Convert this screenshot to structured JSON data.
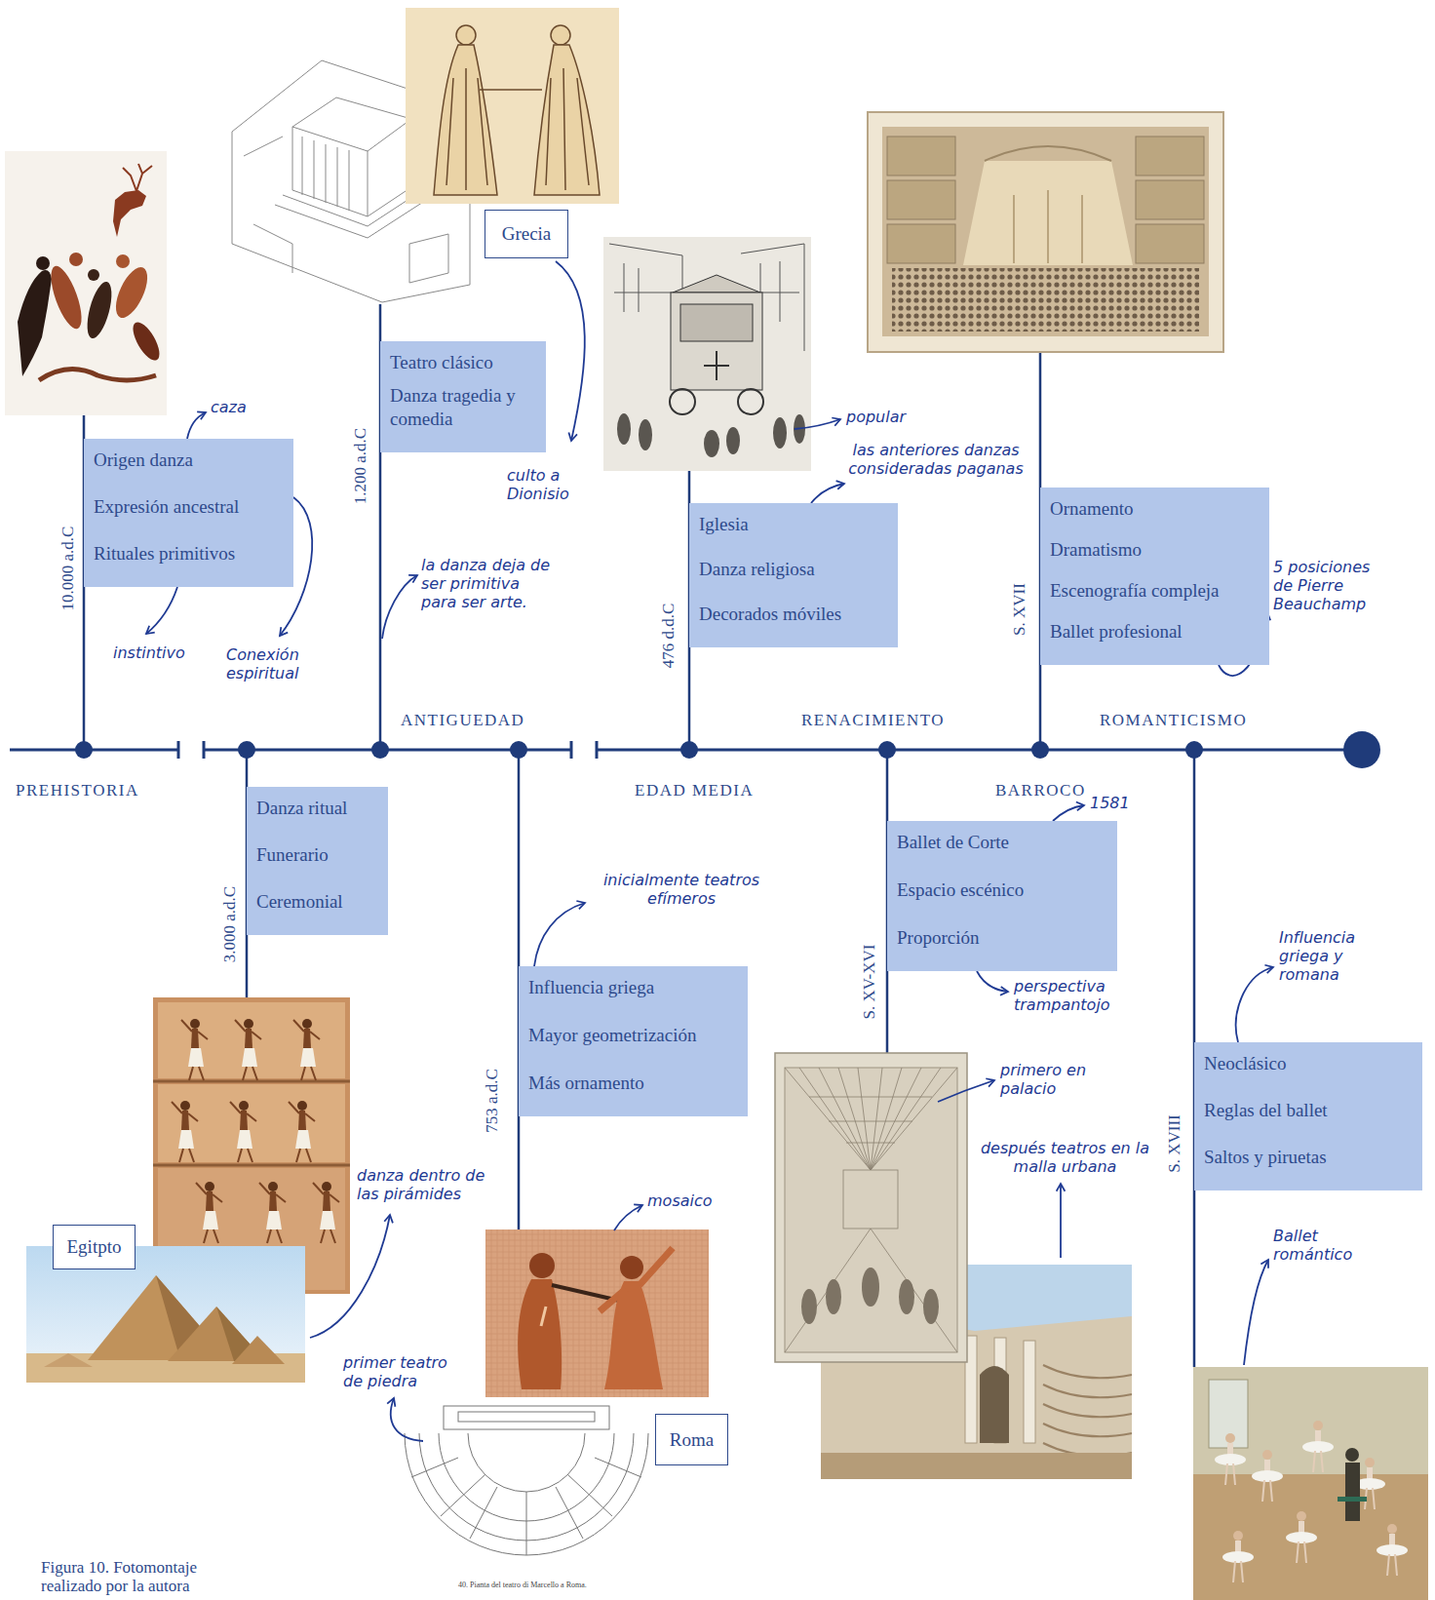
{
  "diagram": {
    "caption": "Figura 10. Fotomontaje realizado por la autora",
    "nodes": [
      {
        "text": [
          "Origen danza",
          "Expresión ancestral",
          "Rituales primitivos"
        ]
      },
      {
        "text": [
          "Danza ritual",
          "Funerario",
          "Ceremonial"
        ]
      },
      {
        "text": [
          "Egitpto"
        ]
      },
      {
        "text": [
          "Teatro clásico",
          "Danza tragedia y comedia"
        ]
      },
      {
        "text": [
          "Grecia"
        ]
      },
      {
        "text": [
          "Influencia griega",
          "Mayor geometrización",
          "Más ornamento"
        ]
      },
      {
        "text": [
          "Roma"
        ]
      },
      {
        "text": [
          "Iglesia",
          "Danza religiosa",
          "Decorados móviles"
        ]
      },
      {
        "text": [
          "Ballet de Corte",
          "Espacio escénico",
          "Proporción"
        ]
      },
      {
        "text": [
          "Ornamento",
          "Dramatismo",
          "Escenografía compleja",
          "Ballet profesional"
        ]
      },
      {
        "text": [
          "Neoclásico",
          "Reglas del ballet",
          "Saltos y piruetas"
        ]
      }
    ],
    "labels": [
      "PREHISTORIA",
      "ANTIGUEDAD",
      "EDAD MEDIA",
      "RENACIMIENTO",
      "BARROCO",
      "ROMANTICISMO",
      "10.000 a.d.C",
      "3.000 a.d.C",
      "1.200 a.d.C",
      "753 a.d.C",
      "476 d.d.C",
      "S. XV-XVI",
      "S. XVII",
      "S. XVIII",
      "caza",
      "instintivo",
      "Conexión espiritual",
      "la danza deja de ser primitiva para ser arte.",
      "culto a Dionisio",
      "danza dentro de las pirámides",
      "primer teatro de piedra",
      "mosaico",
      "inicialmente teatros efímeros",
      "popular",
      "las anteriores danzas consideradas paganas",
      "1581",
      "perspectiva trampantojo",
      "primero en palacio",
      "después teatros en la malla urbana",
      "5 posiciones de Pierre Beauchamp",
      "Influencia griega y romana",
      "Ballet romántico",
      "40. Pianta del teatro di Marcello a Roma."
    ]
  }
}
